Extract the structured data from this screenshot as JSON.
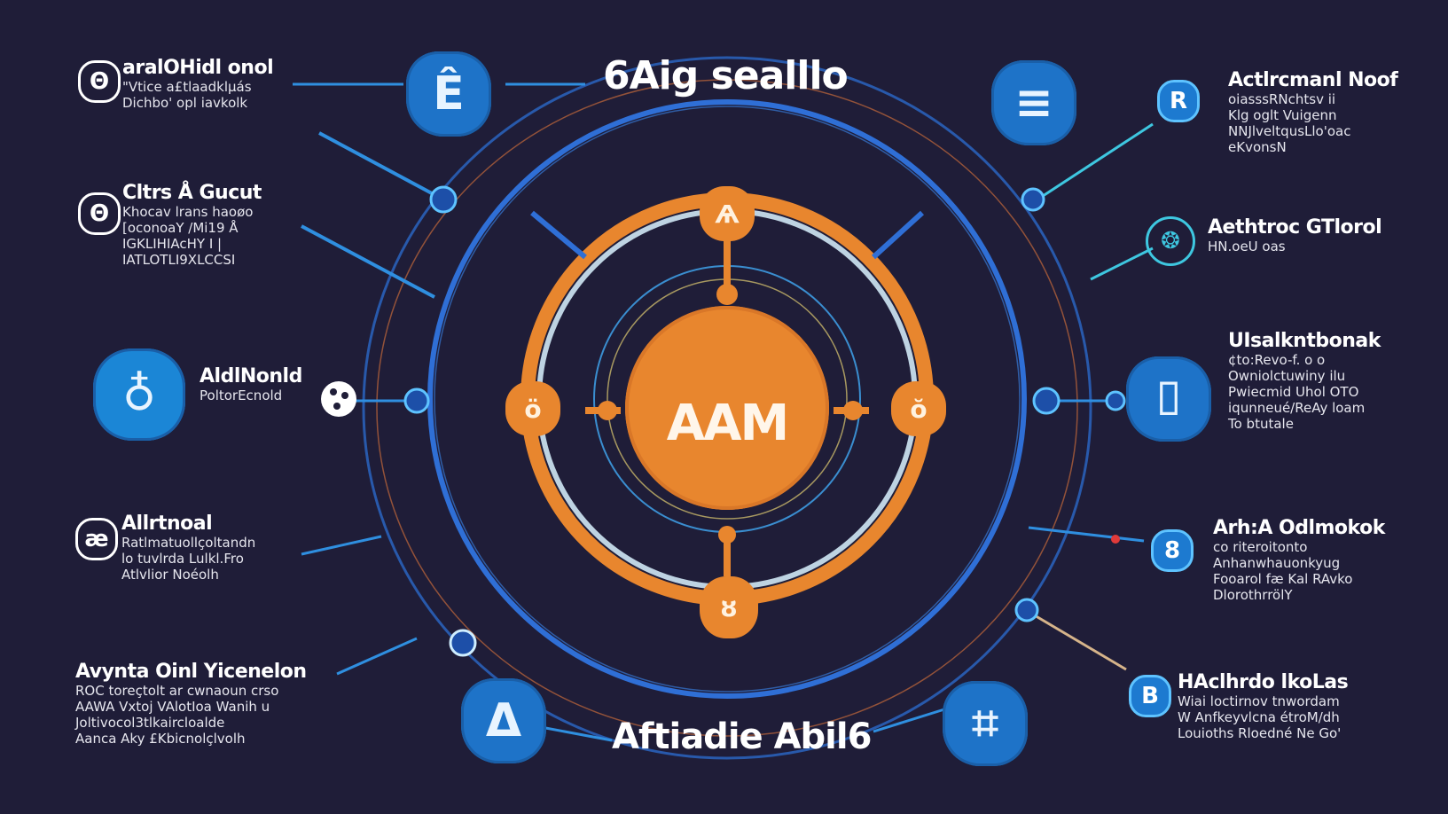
{
  "diagram": {
    "title_top": "6Aig sealllo",
    "title_bottom": "Aftiadie Abil6",
    "hub": {
      "label": "AAM",
      "color": "#e8862e"
    },
    "colors": {
      "background": "#1f1d38",
      "ring_blue": "#2f6fd6",
      "ring_orange": "#e8862e",
      "ring_light": "#cfe8f5",
      "tile_blue": "#1e73c8",
      "text": "#ffffff"
    },
    "orbit_nodes": [
      {
        "position": "top",
        "icon": "rocket-icon",
        "glyph": "Ѧ"
      },
      {
        "position": "left",
        "icon": "paw-icon",
        "glyph": "ö"
      },
      {
        "position": "right",
        "icon": "swirl-icon",
        "glyph": "ŏ"
      },
      {
        "position": "bottom",
        "icon": "gear-icon",
        "glyph": "ȣ"
      }
    ],
    "left_nodes": [
      {
        "heading": "aralOHidl onol",
        "lines": [
          "\"Vtice a£tlaadklµás",
          "Dichbo' opl iavkolk"
        ],
        "icon": "camera-icon",
        "glyph": "Θ"
      },
      {
        "heading": "Cltrs Å Gucut",
        "lines": [
          "Khocav lrans haoøo",
          "[oconoaY /Mi19 Å",
          "IGKLIHIAcHY I |",
          "IATLOTLI9XLCCSI"
        ],
        "icon": "brain-icon",
        "glyph": "Θ"
      },
      {
        "heading": "AldlNonld",
        "lines": [
          "PoltorEcnold"
        ],
        "icon": "person-icon",
        "glyph": "♁"
      },
      {
        "heading": "Allrtnoal",
        "lines": [
          "Ratlmatuollçoltandn",
          "lo tuvlrda Lulkl.Fro",
          "Atlvlior Noéolh"
        ],
        "icon": "robot-icon",
        "glyph": "æ"
      },
      {
        "heading": "Avynta Oinl Yicenelon",
        "lines": [
          "ROC toreçtolt ar cwnaoun crso",
          "AAWA Vxtoj VAlotIoa Wanih u",
          "Joltivocol3tlkaircloalde",
          "Aanca Aky £Kbicnolçlvolh"
        ],
        "icon": "",
        "glyph": ""
      }
    ],
    "right_nodes": [
      {
        "heading": "Actlrcmanl Noof",
        "lines": [
          "oiasssRNchtsv ii",
          "Klg oglt Vuigenn",
          "NNJlveltqusLlo'oac",
          "eKvonsN"
        ],
        "icon": "r-badge-icon",
        "glyph": "R"
      },
      {
        "heading": "Aethtroc GTlorol",
        "lines": [
          "HN.oeU oas"
        ],
        "icon": "network-brain-icon",
        "glyph": "❂"
      },
      {
        "heading": "UIsalkntbonak",
        "lines": [
          "¢to:Revo-f. o o",
          "Owniolctuwiny ilu",
          "Pwiecmid Uhol OTO",
          "iqunneué/ReAy loam",
          "To btutale"
        ],
        "icon": "",
        "glyph": ""
      },
      {
        "heading": "Arh:A Odlmokok",
        "lines": [
          "co riteroitonto",
          "Anhanwhauonkyug",
          "Fooarol fæ Kal RAvko",
          "DlorothrrölY"
        ],
        "icon": "scroll-icon",
        "glyph": "8"
      },
      {
        "heading": "HAclhrdo lkoLas",
        "lines": [
          "Wiai loctirnov tnwordam",
          "W Anfkeyvlcna étroM/dh",
          "Louioths Rloedné Ne Go'"
        ],
        "icon": "b-badge-icon",
        "glyph": "B"
      }
    ],
    "tiles": [
      {
        "position": "top-left",
        "icon": "person-profile-icon",
        "glyph": "Ê"
      },
      {
        "position": "top-right",
        "icon": "server-icon",
        "glyph": "≡"
      },
      {
        "position": "mid-left",
        "icon": "person-icon",
        "glyph": "♁"
      },
      {
        "position": "mid-right",
        "icon": "document-icon",
        "glyph": "⌷"
      },
      {
        "position": "bottom-left",
        "icon": "robot-face-icon",
        "glyph": "Δ"
      },
      {
        "position": "bottom-right",
        "icon": "grid-icon",
        "glyph": "⌗"
      }
    ]
  }
}
